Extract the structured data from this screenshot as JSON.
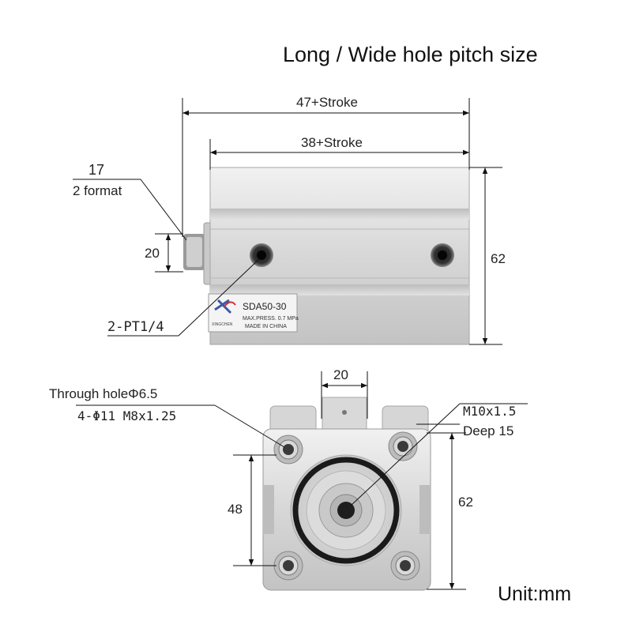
{
  "title": "Long / Wide hole pitch size",
  "side_view": {
    "overall_length": "47+Stroke",
    "body_length": "38+Stroke",
    "callout_17": "17",
    "callout_format": "2 format",
    "rod_dim": "20",
    "height_dim": "62",
    "port_label": "2-PT1/4",
    "nameplate": {
      "model": "SDA50-30",
      "pressure": "MAX.PRESS. 0.7 MPa",
      "origin": "MADE IN CHINA",
      "brand": "XINGCHEN"
    }
  },
  "front_view": {
    "top_dim": "20",
    "through_hole": "Through holeΦ6.5",
    "counterbore": "4-Φ11  M8x1.25",
    "thread": "M10x1.5",
    "thread_depth": "Deep 15",
    "hole_pitch": "48",
    "height_dim": "62"
  },
  "unit": "Unit:mm"
}
